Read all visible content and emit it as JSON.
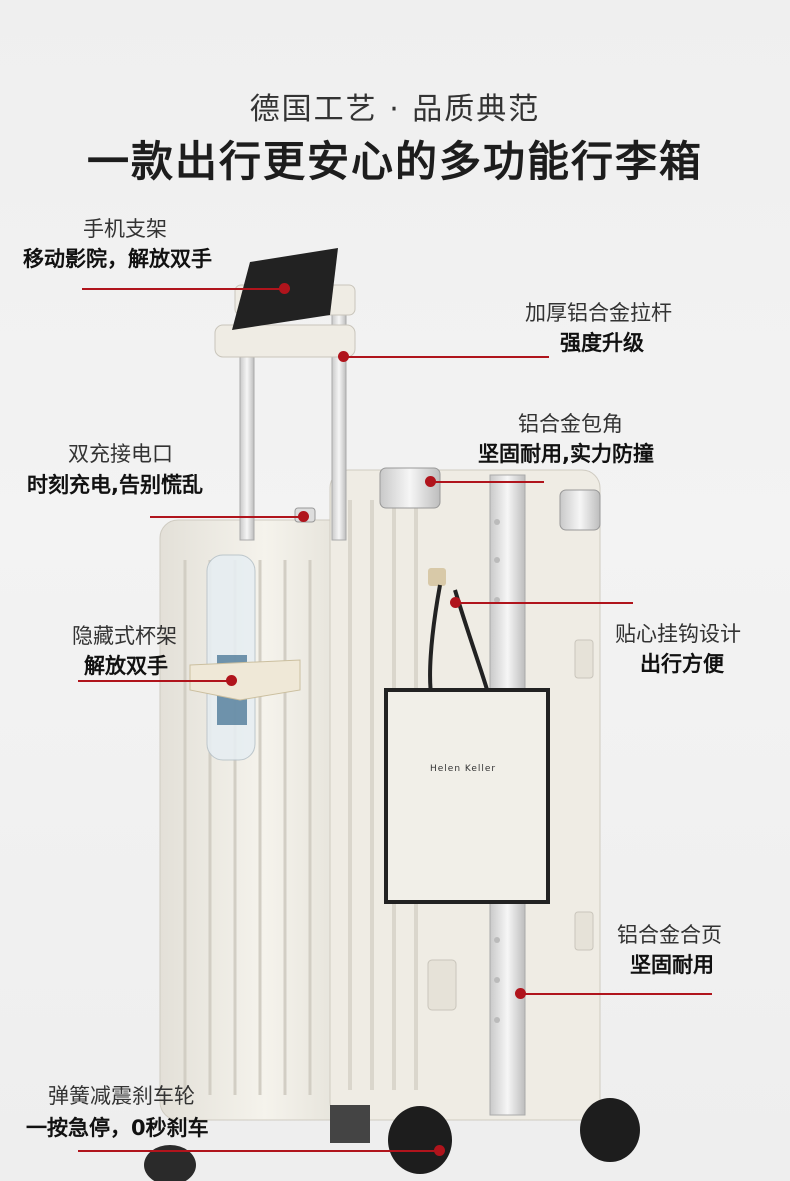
{
  "header": {
    "subtitle": "德国工艺 · 品质典范",
    "title": "一款出行更安心的多功能行李箱"
  },
  "features": [
    {
      "label": "手机支架",
      "desc": "移动影院，解放双手"
    },
    {
      "label": "加厚铝合金拉杆",
      "desc": "强度升级"
    },
    {
      "label": "铝合金包角",
      "desc": "坚固耐用,实力防撞"
    },
    {
      "label": "双充接电口",
      "desc": "时刻充电,告别慌乱"
    },
    {
      "label": "隐藏式杯架",
      "desc": "解放双手"
    },
    {
      "label": "贴心挂钩设计",
      "desc": "出行方便"
    },
    {
      "label": "铝合金合页",
      "desc": "坚固耐用"
    },
    {
      "label": "弹簧减震刹车轮",
      "desc": "一按急停，0秒刹车"
    }
  ],
  "bag": {
    "brand": "Helen Keller"
  },
  "colors": {
    "accent": "#b0141c",
    "suitcase": "#f1eee6"
  }
}
